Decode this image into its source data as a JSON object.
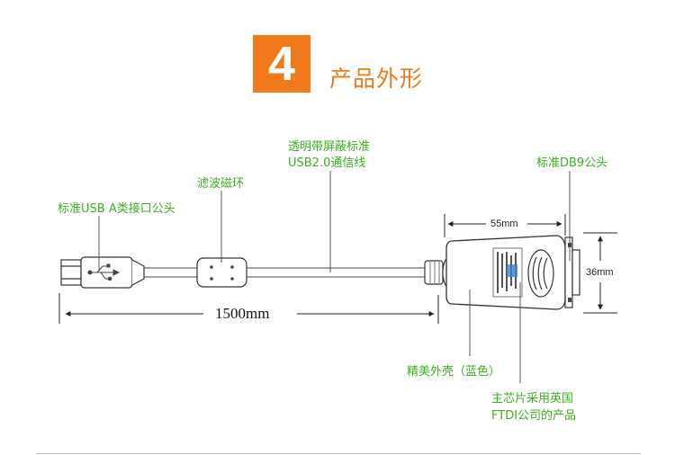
{
  "section": {
    "number": "4",
    "title": "产品外形"
  },
  "labels": {
    "usb_a": "标准USB A类接口公头",
    "ferrite": "滤波磁环",
    "cable_line1": "透明带屏蔽标准",
    "cable_line2": "USB2.0通信线",
    "db9": "标准DB9公头",
    "shell": "精美外壳（蓝色）",
    "chip_line1": "主芯片采用英国",
    "chip_line2": "FTDI公司的产品"
  },
  "dimensions": {
    "length": "1500mm",
    "width": "55mm",
    "height": "36mm"
  },
  "colors": {
    "accent": "#f07a1a",
    "label_green": "#39b21f"
  }
}
